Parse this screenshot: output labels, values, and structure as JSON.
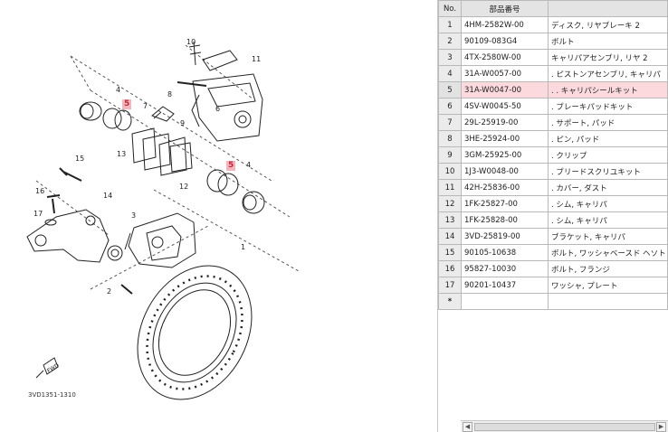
{
  "diagram": {
    "caption": "3VD1351-1310",
    "fwd_label": "FWD",
    "callouts": {
      "c1": "1",
      "c2": "2",
      "c3": "3",
      "c4a": "4",
      "c4b": "4",
      "c5a": "5",
      "c5b": "5",
      "c6": "6",
      "c7": "7",
      "c8": "8",
      "c9": "9",
      "c10": "10",
      "c11": "11",
      "c12": "12",
      "c13": "13",
      "c14": "14",
      "c15": "15",
      "c16": "16",
      "c17": "17"
    },
    "highlight_color": "#f4b6bd"
  },
  "parts_table": {
    "headers": {
      "no": "No.",
      "code": "部品番号",
      "name": ""
    },
    "selected_row": 5,
    "rows": [
      {
        "no": "1",
        "code": "4HM-2582W-00",
        "name": "ディスク, リヤブレーキ  2"
      },
      {
        "no": "2",
        "code": "90109-083G4",
        "name": "ボルト"
      },
      {
        "no": "3",
        "code": "4TX-2580W-00",
        "name": "キャリパアセンブリ, リヤ  2"
      },
      {
        "no": "4",
        "code": "31A-W0057-00",
        "name": ". ピストンアセンブリ, キャリパ"
      },
      {
        "no": "5",
        "code": "31A-W0047-00",
        "name": ". . キャリパシールキット"
      },
      {
        "no": "6",
        "code": "4SV-W0045-50",
        "name": ". ブレーキパッドキット"
      },
      {
        "no": "7",
        "code": "29L-25919-00",
        "name": ". サポート, パッド"
      },
      {
        "no": "8",
        "code": "3HE-25924-00",
        "name": ". ピン, パッド"
      },
      {
        "no": "9",
        "code": "3GM-25925-00",
        "name": ". クリップ"
      },
      {
        "no": "10",
        "code": "1J3-W0048-00",
        "name": ". ブリードスクリユキット"
      },
      {
        "no": "11",
        "code": "42H-25836-00",
        "name": ". カバー, ダスト"
      },
      {
        "no": "12",
        "code": "1FK-25827-00",
        "name": ". シム, キャリパ"
      },
      {
        "no": "13",
        "code": "1FK-25828-00",
        "name": ". シム, キャリパ"
      },
      {
        "no": "14",
        "code": "3VD-25819-00",
        "name": "ブラケット, キャリパ"
      },
      {
        "no": "15",
        "code": "90105-10638",
        "name": "ボルト, ワッシャベースド ヘソト"
      },
      {
        "no": "16",
        "code": "95827-10030",
        "name": "ボルト, フランジ"
      },
      {
        "no": "17",
        "code": "90201-10437",
        "name": "ワッシャ, プレート"
      }
    ],
    "new_row_marker": "*",
    "scroll_left": "◀",
    "scroll_right": "▶"
  }
}
